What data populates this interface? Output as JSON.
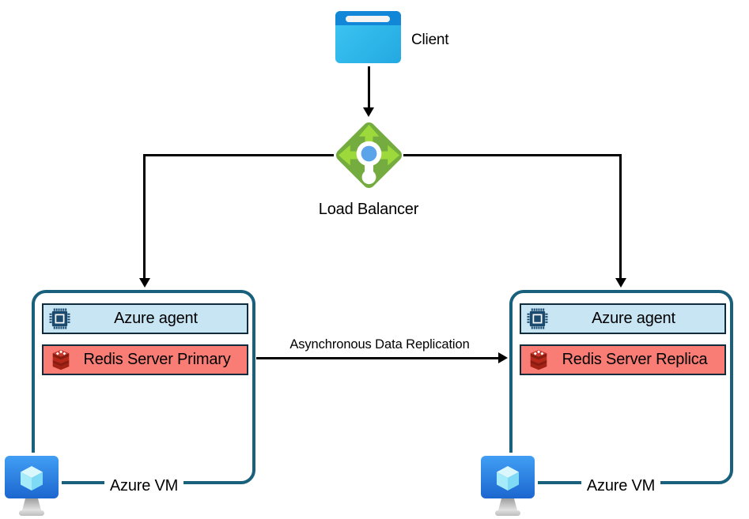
{
  "client": {
    "label": "Client"
  },
  "load_balancer": {
    "label": "Load Balancer"
  },
  "replication_arrow": {
    "label": "Asynchronous Data Replication"
  },
  "vms": {
    "left": {
      "agent": "Azure agent",
      "service": "Redis Server Primary",
      "caption": "Azure VM"
    },
    "right": {
      "agent": "Azure agent",
      "service": "Redis Server Replica",
      "caption": "Azure VM"
    }
  },
  "icons": {
    "client": "browser-window-icon",
    "load_balancer": "load-balancer-icon",
    "agent": "cpu-chip-icon",
    "redis": "redis-cube-stack-icon",
    "vm": "azure-vm-monitor-icon"
  },
  "colors": {
    "box_border": "#19607c",
    "agent_fill": "#c8e5f4",
    "redis_fill": "#f97d75",
    "bar_border": "#102c3c",
    "line_black": "#000000",
    "lb_green": "#74ac3f",
    "lb_arrow_green": "#9ed93c",
    "lb_dot_blue": "#5ba4e9",
    "client_header": "#1287d8",
    "client_body": "#2ab2e7",
    "chip_navy": "#1a4a6e"
  }
}
